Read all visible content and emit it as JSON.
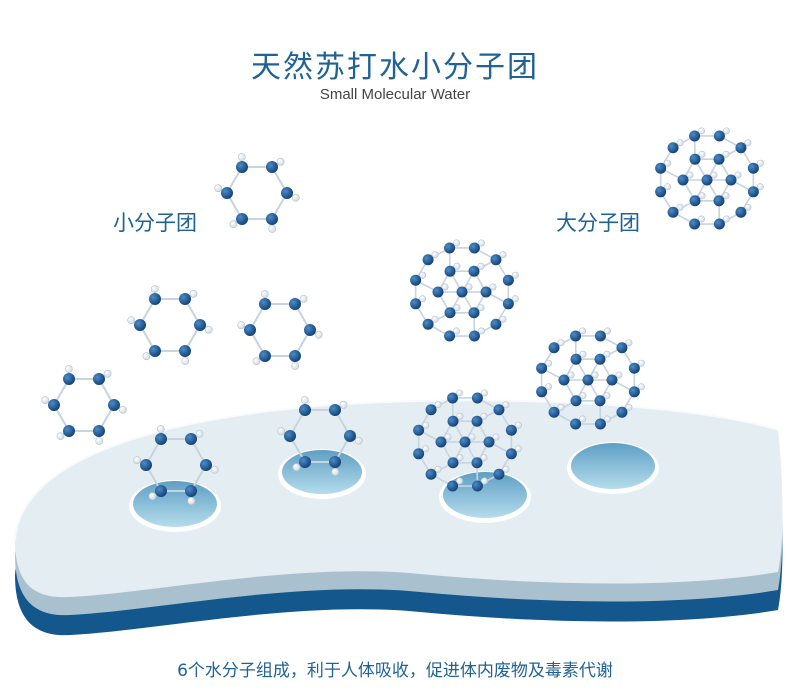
{
  "title": "天然苏打水小分子团",
  "subtitle": "Small Molecular Water",
  "labels": {
    "small": "小分子团",
    "large": "大分子团"
  },
  "caption": "6个水分子组成，利于人体吸收，促进体内废物及毒素代谢",
  "colors": {
    "brand": "#1f6296",
    "atom": "#1e5a98",
    "hydrogen": "#ffffff",
    "bond": "#c7d3de",
    "platform_top": "#e6eef3",
    "platform_mid": "#a9c1cf",
    "platform_dark": "#13578d",
    "hole_water": "#8ec3dc"
  },
  "icons": {
    "small_cluster": "hexagon-molecule-icon",
    "large_cluster": "fullerene-molecule-icon"
  }
}
